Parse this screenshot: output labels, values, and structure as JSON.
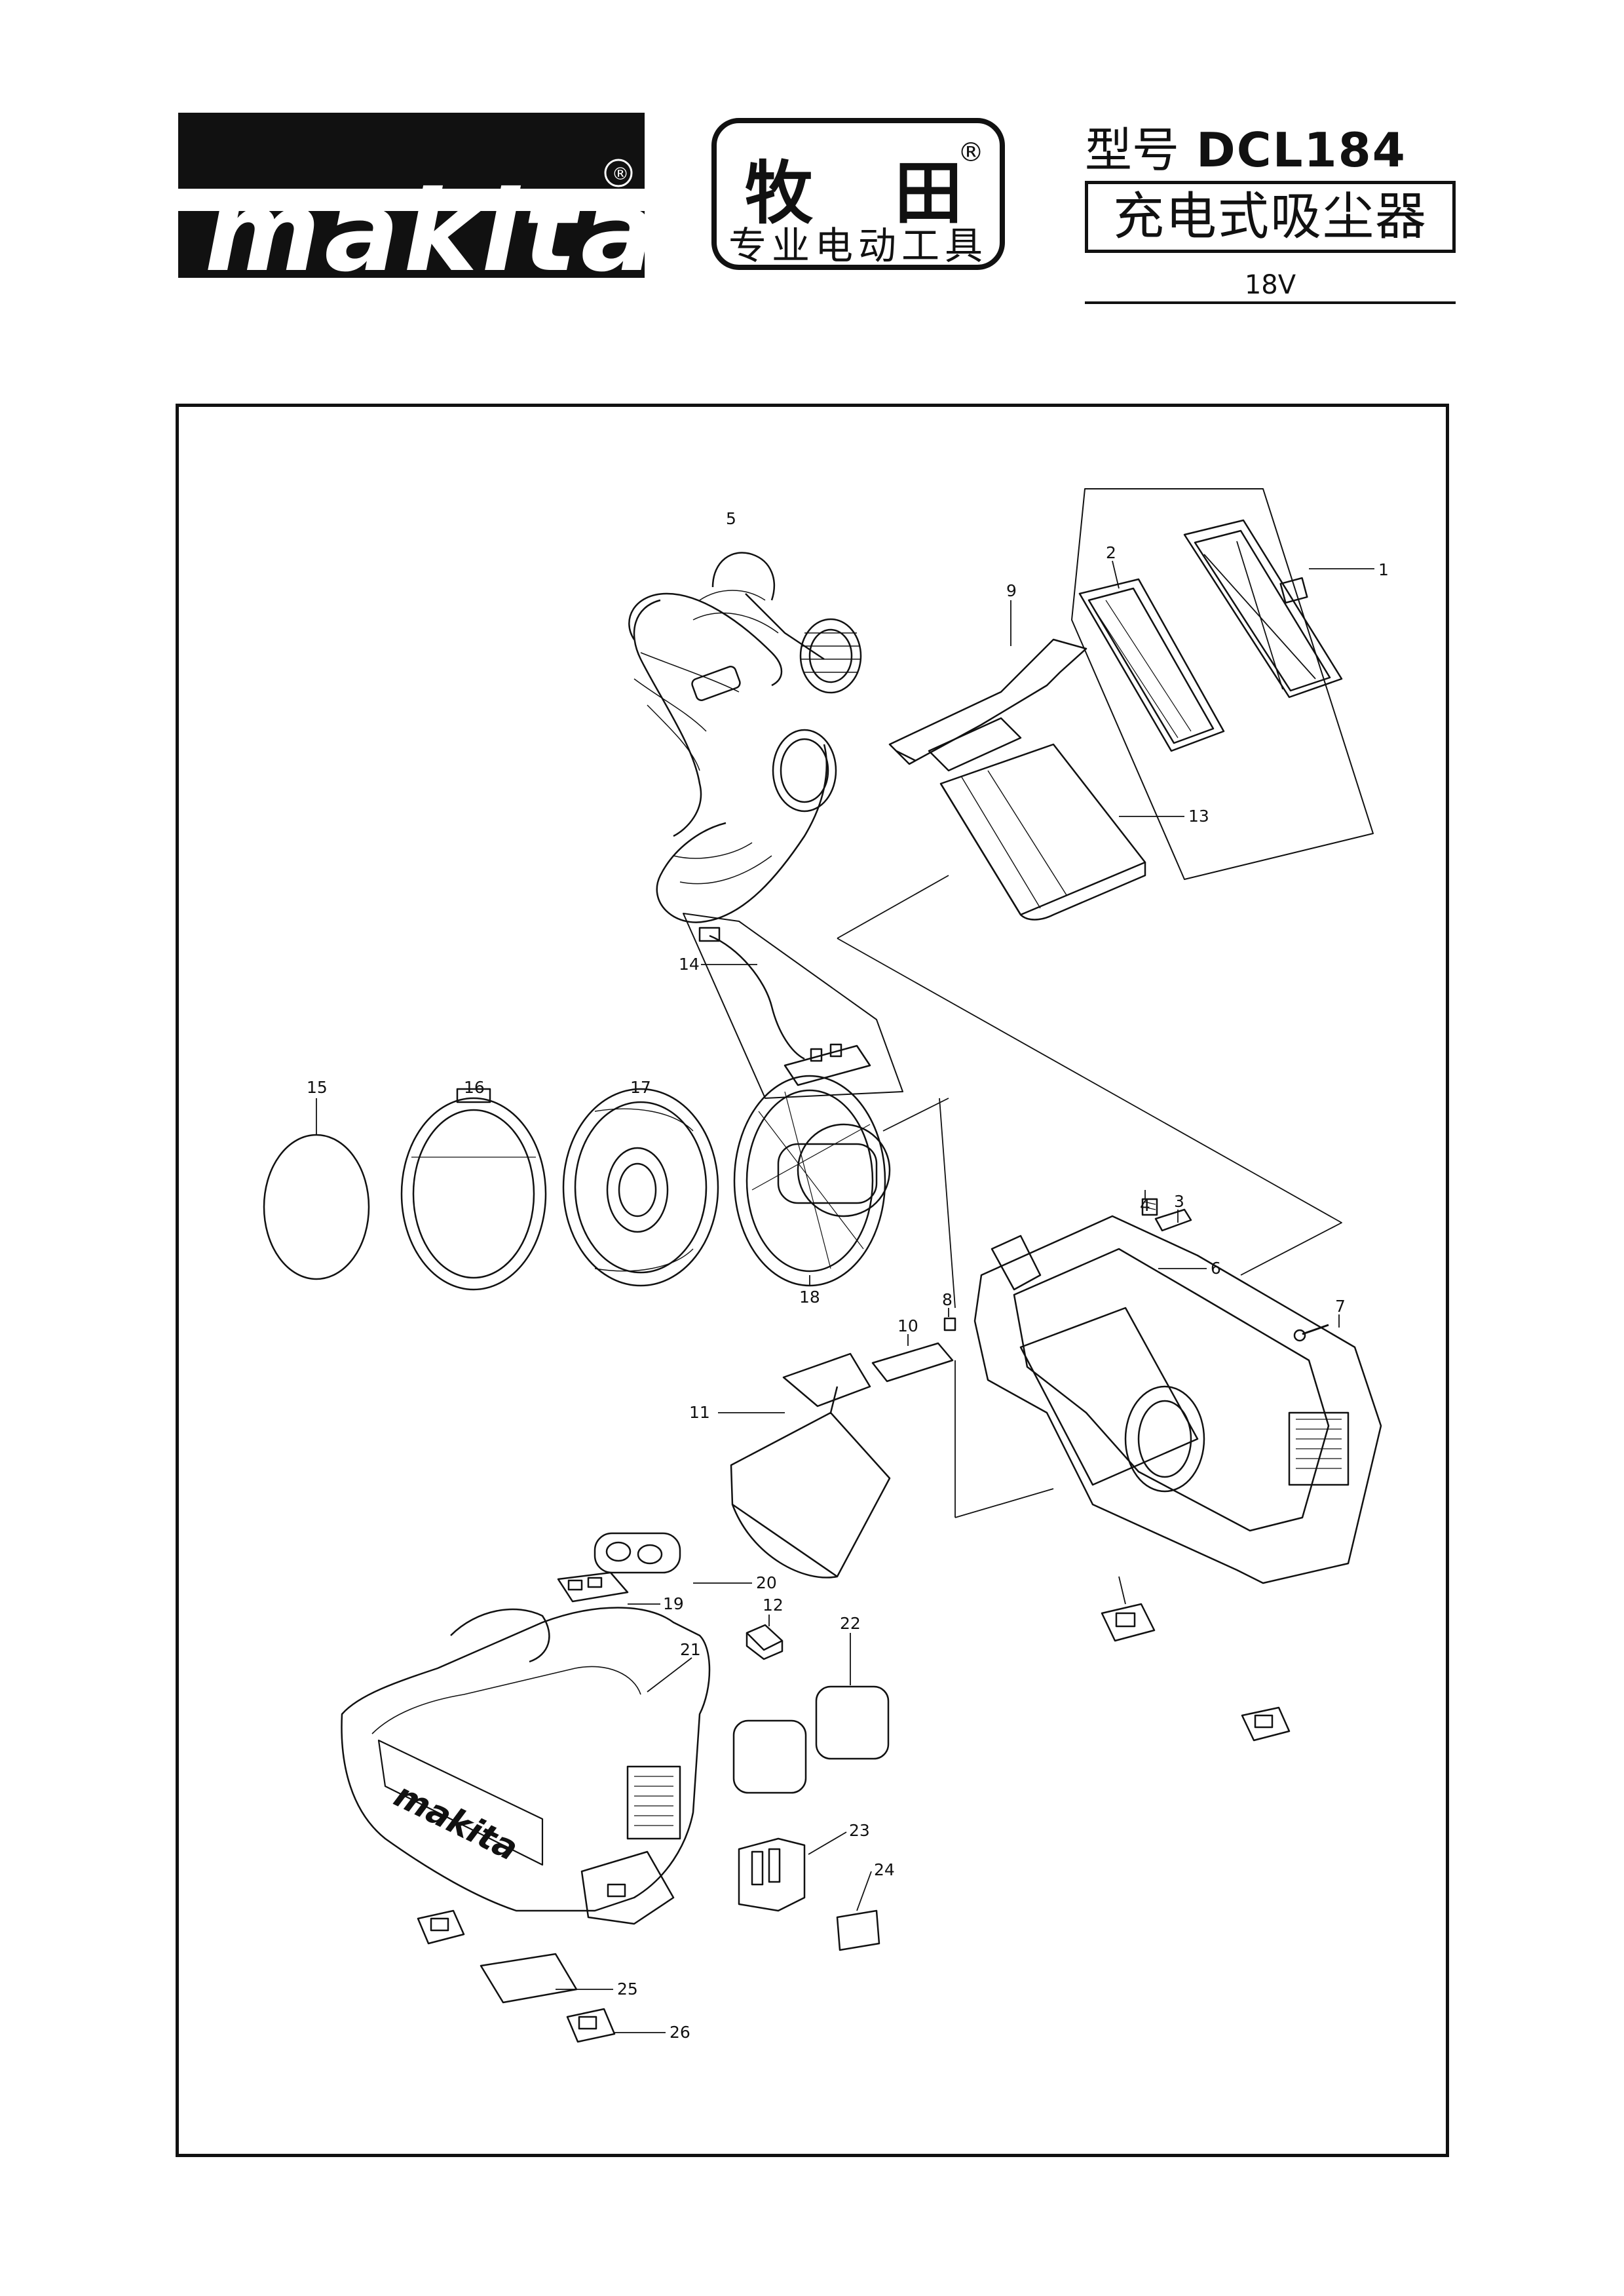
{
  "header": {
    "logo_text": "makita",
    "logo_mark": "®",
    "brand_cn": "牧 田",
    "brand_cn_mark": "®",
    "brand_cn_sub": "专业电动工具",
    "model_prefix": "型号",
    "model_code": "DCL184",
    "product_name": "充电式吸尘器",
    "voltage": "18V"
  },
  "diagram": {
    "logo_on_housing": "makita",
    "callouts": [
      {
        "id": "1",
        "text": "1"
      },
      {
        "id": "2",
        "text": "2"
      },
      {
        "id": "3",
        "text": "3"
      },
      {
        "id": "4",
        "text": "4"
      },
      {
        "id": "5",
        "text": "5"
      },
      {
        "id": "6",
        "text": "6"
      },
      {
        "id": "7",
        "text": "7"
      },
      {
        "id": "8",
        "text": "8"
      },
      {
        "id": "9",
        "text": "9"
      },
      {
        "id": "10",
        "text": "10"
      },
      {
        "id": "11",
        "text": "11"
      },
      {
        "id": "12",
        "text": "12"
      },
      {
        "id": "13",
        "text": "13"
      },
      {
        "id": "14",
        "text": "14"
      },
      {
        "id": "15",
        "text": "15"
      },
      {
        "id": "16",
        "text": "16"
      },
      {
        "id": "17",
        "text": "17"
      },
      {
        "id": "18",
        "text": "18"
      },
      {
        "id": "19",
        "text": "19"
      },
      {
        "id": "20",
        "text": "20"
      },
      {
        "id": "21",
        "text": "21"
      },
      {
        "id": "22",
        "text": "22"
      },
      {
        "id": "23",
        "text": "23"
      },
      {
        "id": "24",
        "text": "24"
      },
      {
        "id": "25",
        "text": "25"
      },
      {
        "id": "26",
        "text": "26"
      }
    ]
  }
}
